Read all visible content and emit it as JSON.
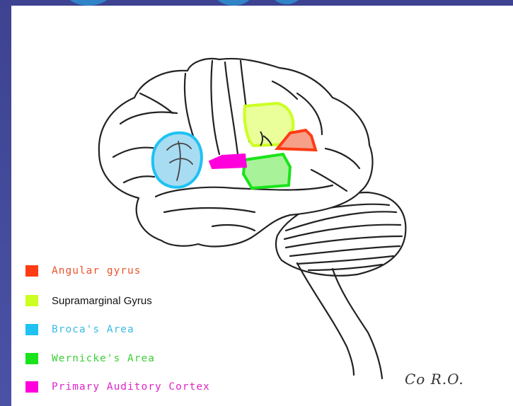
{
  "diagram": {
    "regions": [
      {
        "key": "angular",
        "label": "Angular gyrus",
        "color": "#ff3b14",
        "fill": "#f6a08a",
        "text_color": "#e8552e"
      },
      {
        "key": "supramarginal",
        "label": "Supramarginal Gyrus",
        "color": "#ccff22",
        "fill": "#eaff9a",
        "text_color": "#111111"
      },
      {
        "key": "broca",
        "label": "Broca's Area",
        "color": "#1fc2f2",
        "fill": "#a8dcf2",
        "text_color": "#3bbbe3"
      },
      {
        "key": "wernicke",
        "label": "Wernicke's Area",
        "color": "#19e41b",
        "fill": "#a8f29a",
        "text_color": "#3ecf38"
      },
      {
        "key": "auditory",
        "label": "Primary Auditory Cortex",
        "color": "#ff00dd",
        "fill": "#ff00dd",
        "text_color": "#e023c8"
      }
    ],
    "signature": "Co R.O."
  }
}
